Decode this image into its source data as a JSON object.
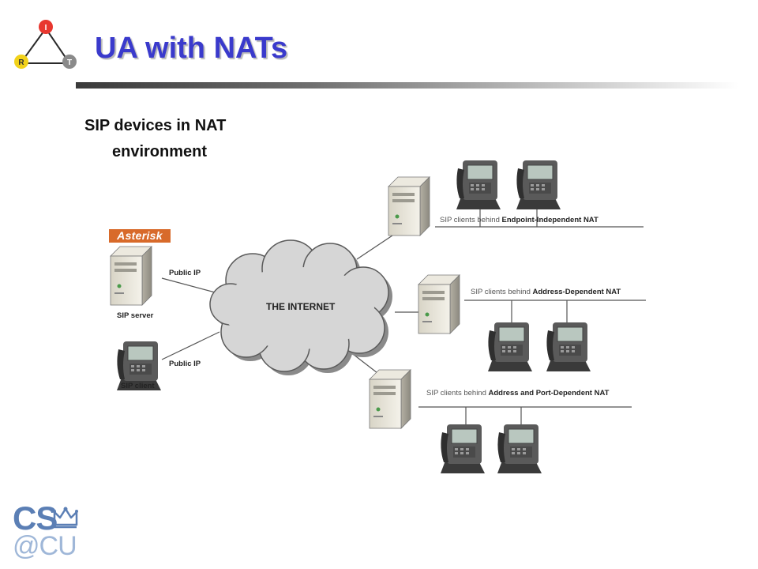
{
  "slide": {
    "title": "UA with NATs",
    "subtitle_line1": "SIP devices in NAT",
    "subtitle_line2": "environment"
  },
  "logo_top": {
    "nodes": [
      "I",
      "R",
      "T"
    ],
    "colors": {
      "i": "#e8372f",
      "r": "#f2d21a",
      "t": "#8a8a8a"
    }
  },
  "diagram": {
    "cloud_label": "THE INTERNET",
    "asterisk_logo": "Asterisk",
    "sip_server_label": "SIP server",
    "sip_client_label": "SIP client",
    "public_ip_label_1": "Public IP",
    "public_ip_label_2": "Public IP",
    "nat_groups": [
      {
        "prefix": "SIP clients behind ",
        "nat": "Endpoint-Independent NAT"
      },
      {
        "prefix": "SIP clients behind ",
        "nat": "Address-Dependent NAT"
      },
      {
        "prefix": "SIP clients behind ",
        "nat": "Address and Port-Dependent NAT"
      }
    ]
  },
  "footer_logo": {
    "line1": "CS",
    "line2": "@CU"
  }
}
